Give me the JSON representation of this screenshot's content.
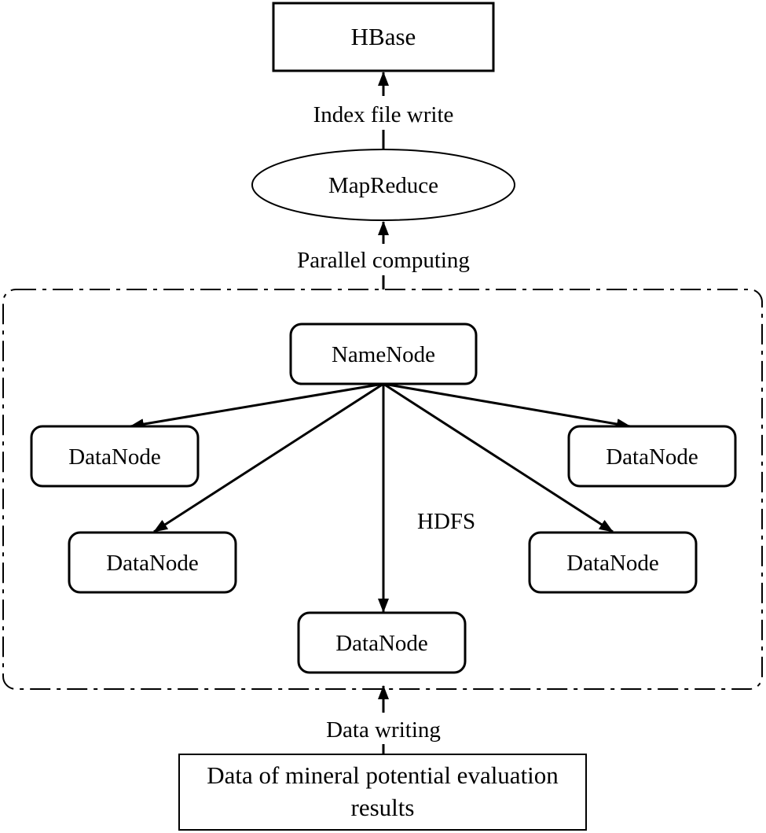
{
  "diagram": {
    "colors": {
      "stroke": "#000000",
      "background": "#ffffff",
      "text": "#000000"
    },
    "nodes": {
      "hbase": "HBase",
      "mapreduce": "MapReduce",
      "namenode": "NameNode",
      "datanode_top_left": "DataNode",
      "datanode_top_right": "DataNode",
      "datanode_mid_left": "DataNode",
      "datanode_mid_right": "DataNode",
      "datanode_bottom": "DataNode",
      "source_line1": "Data of mineral potential evaluation",
      "source_line2": "results"
    },
    "group_label": "HDFS",
    "edge_labels": {
      "index_file_write": "Index file write",
      "parallel_computing": "Parallel computing",
      "data_writing": "Data writing"
    }
  }
}
